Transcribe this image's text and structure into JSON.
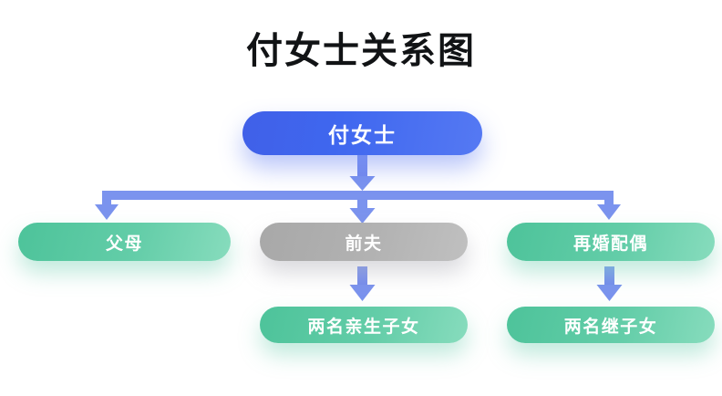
{
  "page": {
    "title": "付女士关系图",
    "background": "#ffffff"
  },
  "colors": {
    "root_node": "#3f67ef",
    "green_node": "#5ecaa4",
    "gray_node": "#b2b2b2",
    "connector": "#7b93ee",
    "title_text": "#111315",
    "node_text": "#ffffff"
  },
  "diagram": {
    "type": "tree",
    "root": {
      "label": "付女士",
      "style": "blue"
    },
    "level2": [
      {
        "label": "父母",
        "style": "green"
      },
      {
        "label": "前夫",
        "style": "gray"
      },
      {
        "label": "再婚配偶",
        "style": "green"
      }
    ],
    "level3": [
      {
        "label": "两名亲生子女",
        "style": "green",
        "parent": "前夫"
      },
      {
        "label": "两名继子女",
        "style": "green",
        "parent": "再婚配偶"
      }
    ],
    "edges": [
      {
        "from": "付女士",
        "to": "父母"
      },
      {
        "from": "付女士",
        "to": "前夫"
      },
      {
        "from": "付女士",
        "to": "再婚配偶"
      },
      {
        "from": "前夫",
        "to": "两名亲生子女"
      },
      {
        "from": "再婚配偶",
        "to": "两名继子女"
      }
    ]
  }
}
